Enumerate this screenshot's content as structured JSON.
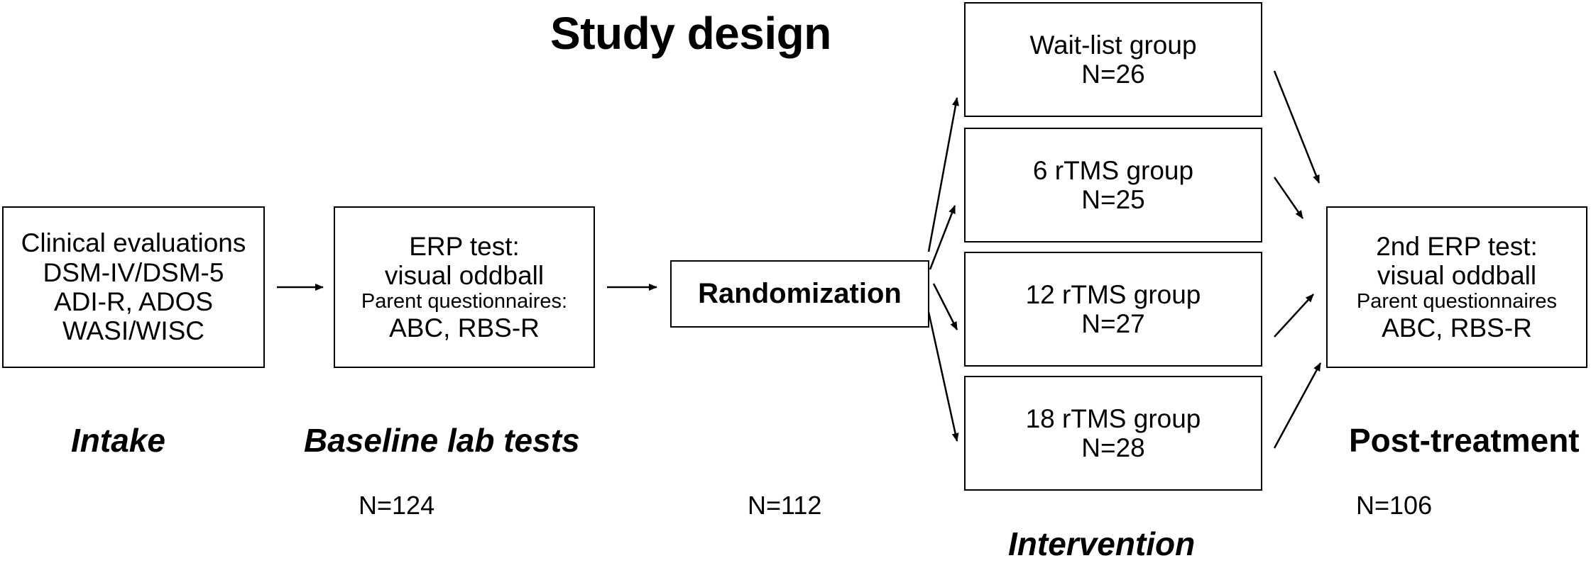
{
  "title": "Study design",
  "boxes": {
    "intake": [
      "Clinical evaluations",
      "DSM-IV/DSM-5",
      "ADI-R, ADOS",
      "WASI/WISC"
    ],
    "baseline": {
      "line1": "ERP  test:",
      "line2": "visual oddball",
      "line3": "Parent questionnaires:",
      "line4": "ABC, RBS-R"
    },
    "randomization": "Randomization",
    "groups": [
      {
        "name": "Wait-list group",
        "n": "N=26"
      },
      {
        "name": "6  rTMS group",
        "n": "N=25"
      },
      {
        "name": "12  rTMS group",
        "n": "N=27"
      },
      {
        "name": "18 rTMS group",
        "n": "N=28"
      }
    ],
    "post": {
      "line1": "2nd ERP test:",
      "line2": "visual oddball",
      "line3": "Parent questionnaires",
      "line4": "ABC, RBS-R"
    }
  },
  "stages": {
    "intake": "Intake",
    "baseline": "Baseline lab tests",
    "post": "Post-treatment",
    "intervention": "Intervention"
  },
  "counts": {
    "baseline": "N=124",
    "randomization": "N=112",
    "post": "N=106"
  }
}
